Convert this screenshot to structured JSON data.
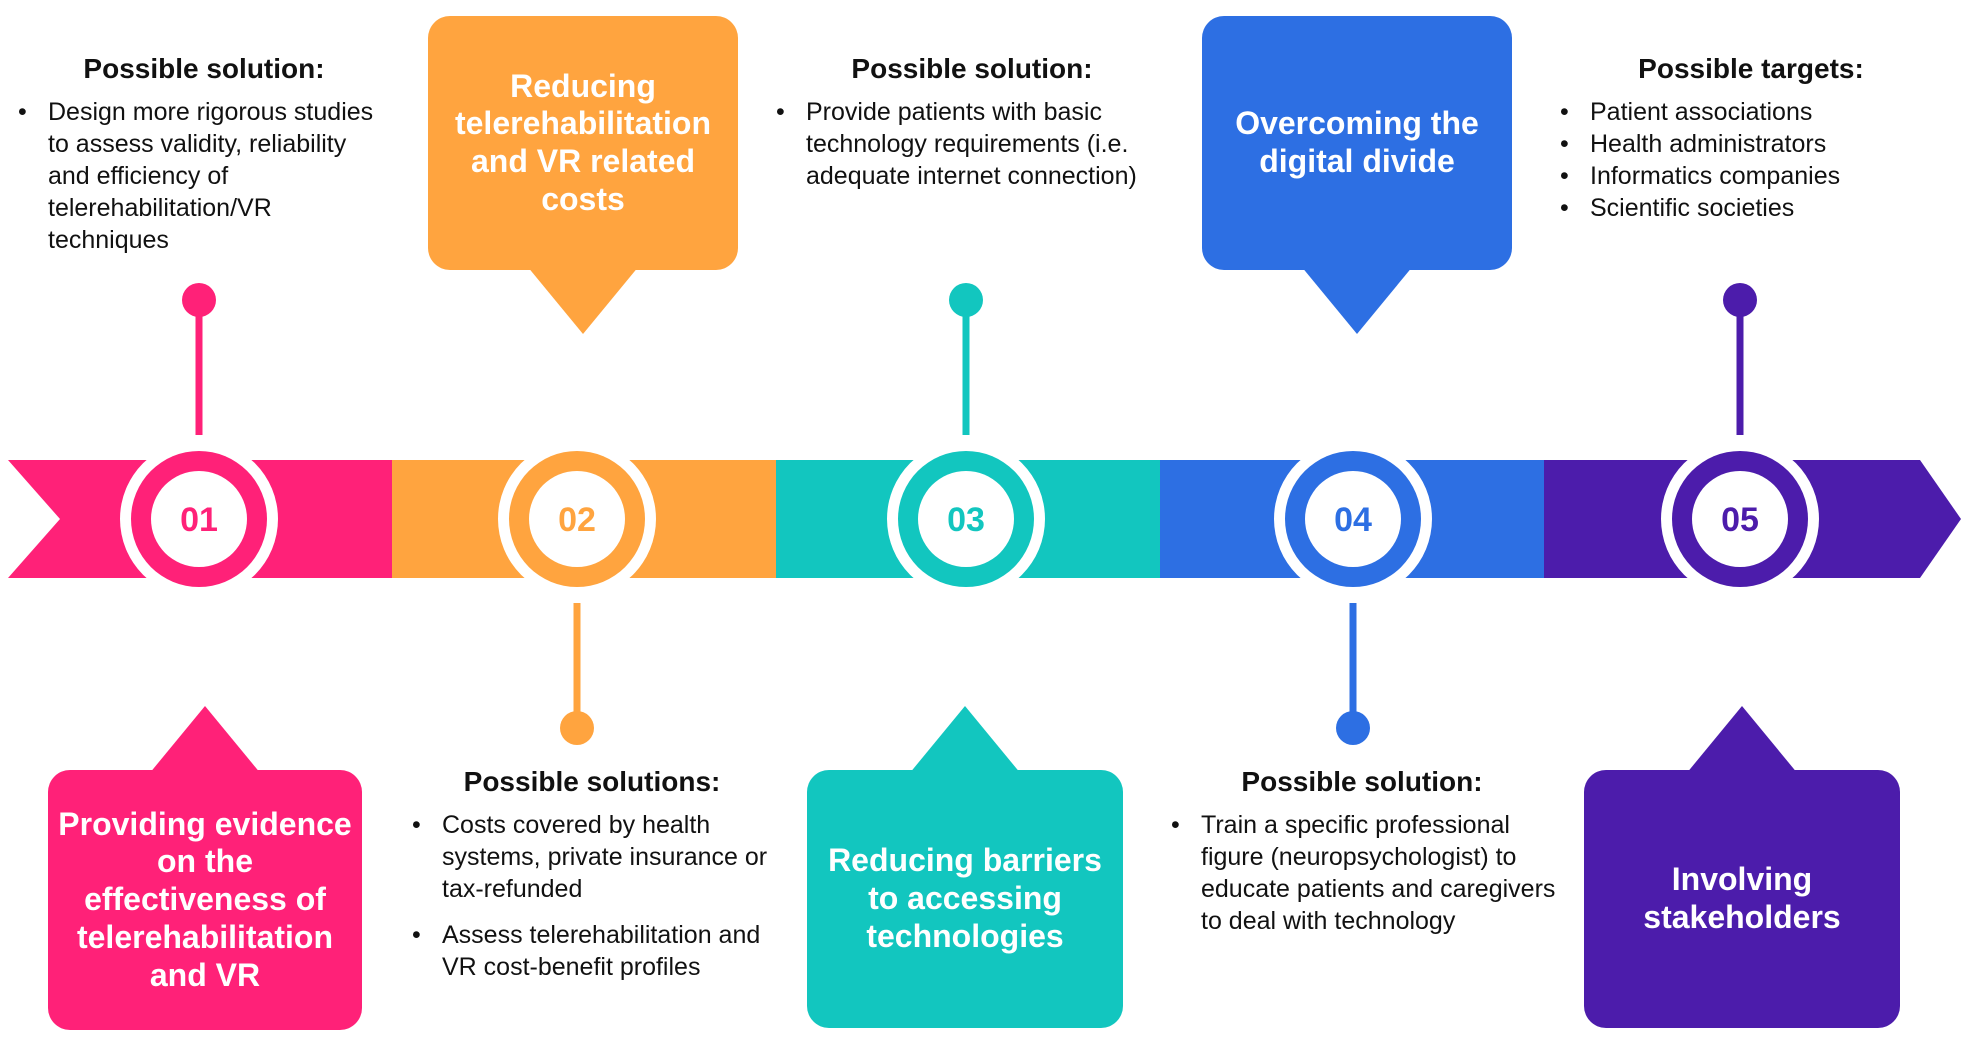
{
  "colors": {
    "step1": "#ff2178",
    "step2": "#ffa43f",
    "step3": "#12c6bf",
    "step4": "#2d6fe3",
    "step5": "#4c1cab"
  },
  "steps": [
    {
      "number": "01",
      "title": "Providing evidence on the effectiveness of telerehabilitation and VR",
      "solution_heading": "Possible solution:",
      "bullets": [
        "Design more rigorous studies to assess validity, reliability and efficiency of telerehabilitation/VR techniques"
      ]
    },
    {
      "number": "02",
      "title": "Reducing telerehabilitation and VR related costs",
      "solution_heading": "Possible solutions:",
      "bullets": [
        "Costs covered by health systems, private insurance or tax-refunded",
        "Assess telerehabilitation and VR cost-benefit profiles"
      ]
    },
    {
      "number": "03",
      "title": "Reducing barriers to accessing technologies",
      "solution_heading": "Possible solution:",
      "bullets": [
        "Provide patients with basic technology requirements (i.e. adequate internet connection)"
      ]
    },
    {
      "number": "04",
      "title": "Overcoming the digital divide",
      "solution_heading": "Possible solution:",
      "bullets": [
        "Train a specific professional figure (neuropsychologist) to educate patients and caregivers to deal with technology"
      ]
    },
    {
      "number": "05",
      "title": "Involving stakeholders",
      "solution_heading": "Possible targets:",
      "bullets": [
        "Patient associations",
        "Health administrators",
        "Informatics companies",
        "Scientific societies"
      ]
    }
  ]
}
